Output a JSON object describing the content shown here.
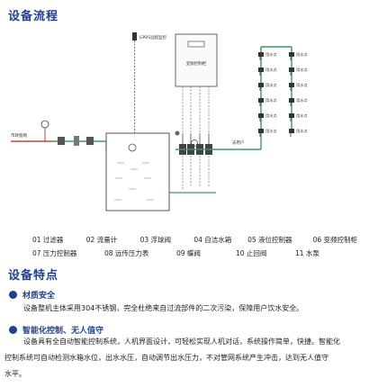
{
  "section1": {
    "title": "设备流程"
  },
  "diagram": {
    "gprs_label": "GPRS远程监控",
    "cabinet_label": "变频控制柜",
    "inlet_label": "市政管网",
    "outlet_label": "去用户",
    "user_label": "用水点",
    "user_points": 6
  },
  "legend": [
    [
      {
        "num": "01",
        "name": "过滤器"
      },
      {
        "num": "02",
        "name": "流量计"
      },
      {
        "num": "03",
        "name": "浮球阀"
      },
      {
        "num": "04",
        "name": "自洁水箱"
      },
      {
        "num": "05",
        "name": "液位控制器"
      },
      {
        "num": "06",
        "name": "变频控制柜"
      }
    ],
    [
      {
        "num": "07",
        "name": "压力控制器"
      },
      {
        "num": "08",
        "name": "远传压力表"
      },
      {
        "num": "09",
        "name": "蝶阀"
      },
      {
        "num": "10",
        "name": "止回阀"
      },
      {
        "num": "11",
        "name": "水泵"
      }
    ]
  ],
  "section2": {
    "title": "设备特点"
  },
  "features": [
    {
      "heading": "材质安全",
      "text": "设备整机主体采用304不锈钢，完全杜绝来自过流部件的二次污染，保障用户饮水安全。"
    },
    {
      "heading": "智能化控制、无人值守",
      "lines": [
        "设备具有全自动智能控制系统，人机界面设计，可轻松实现人机对话，系统操作简单，快捷。智能化",
        "控制系统可自动检测水箱水位，出水水压，自动调节出水压力，不对管网系统产生冲击，达到无人值守",
        "水平。"
      ]
    }
  ],
  "colors": {
    "heading": "#1f3f8f",
    "pipe_green": "#3a9a5a",
    "inlet_red": "#c8423a",
    "outline": "#555555"
  }
}
